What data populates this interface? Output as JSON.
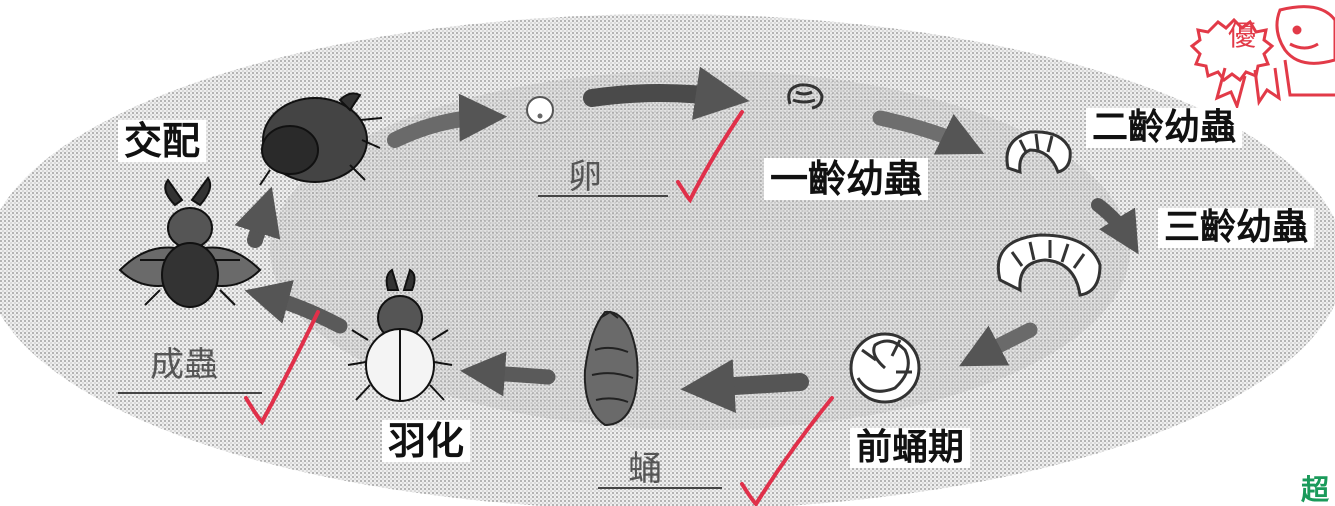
{
  "labels": {
    "mating": "交配",
    "first_instar": "一齡幼蟲",
    "second_instar": "二齡幼蟲",
    "third_instar": "三齡幼蟲",
    "prepupa": "前蛹期",
    "eclosion": "羽化"
  },
  "handwritten": {
    "egg": "卵",
    "pupa": "蛹",
    "adult": "成蟲"
  },
  "stamp": {
    "text": "優"
  },
  "corner_text": "超",
  "colors": {
    "halftone": "#8a8a8a",
    "check_red": "#e0304a",
    "stamp_red": "#e23a48",
    "corner_green": "#1a9a5a"
  }
}
